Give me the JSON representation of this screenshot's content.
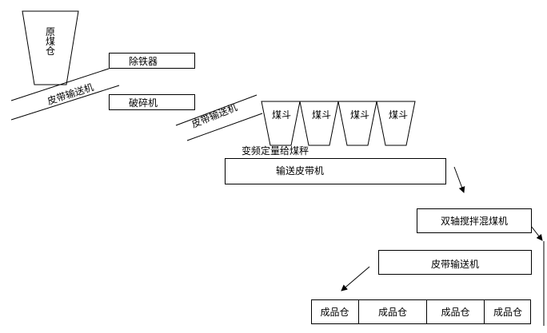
{
  "raw_coal_bin": {
    "label_chars": [
      "原",
      "煤",
      "仓"
    ]
  },
  "iron_remover": {
    "label": "除铁器"
  },
  "belt_conveyor_1": {
    "label": "皮带输送机"
  },
  "crusher": {
    "label": "破碎机"
  },
  "belt_conveyor_2": {
    "label": "皮带输送机"
  },
  "coal_hoppers": {
    "labels": [
      "煤斗",
      "煤斗",
      "煤斗",
      "煤斗"
    ]
  },
  "vf_belt_scale": {
    "label": "变频定量给煤秤"
  },
  "transport_belt": {
    "label": "输送皮带机"
  },
  "mixer": {
    "label": "双轴搅拌混煤机"
  },
  "belt_conveyor_3": {
    "label": "皮带输送机"
  },
  "product_bins": {
    "labels": [
      "成品仓",
      "成品仓",
      "成品仓",
      "成品仓"
    ]
  },
  "colors": {
    "line": "#000000",
    "background": "#ffffff"
  }
}
